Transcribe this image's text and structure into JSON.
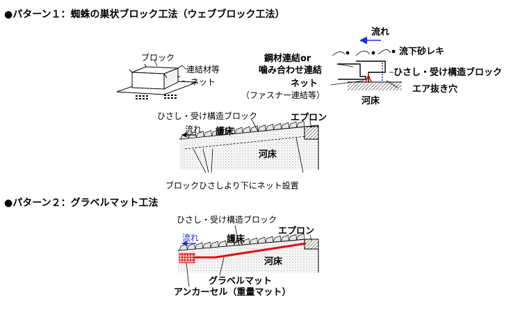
{
  "pattern1": {
    "title": "●パターン１：蜘蛛の巣状ブロック工法（ウェブブロック工法）",
    "iso_block": {
      "block_label": "ブロック",
      "connector_label": "連結材等",
      "net_label": "ネット"
    },
    "detail": {
      "flow_label": "流れ",
      "gravel_label": "流下砂レキ",
      "steel_label_1": "鋼材連結or",
      "steel_label_2": "噛み合わせ連結",
      "net_label": "ネット",
      "fastener_label": "（ファスナー連結等）",
      "eave_block_label": "ひさし・受け構造ブロック",
      "air_hole_label": "エア抜き穴",
      "riverbed_label": "河床"
    },
    "section": {
      "eave_block_label": "ひさし・受け構造ブロック",
      "apron_label": "エプロン",
      "flow_label": "流れ",
      "bed_protection_label": "護床",
      "riverbed_label": "河床",
      "net_note": "ブロックひさしより下にネット設置"
    }
  },
  "pattern2": {
    "title": "●パターン２：グラベルマット工法",
    "section": {
      "eave_block_label": "ひさし・受け構造ブロック",
      "apron_label": "エプロン",
      "flow_label": "流れ",
      "bed_protection_label": "護床",
      "riverbed_label": "河床",
      "gravel_mat_label": "グラベルマット",
      "anchor_label": "アンカーセル（重量マット）"
    }
  },
  "colors": {
    "accent_red": "#e01010",
    "flow_blue": "#1a2ed6",
    "line": "#000000",
    "fill_gray": "#e6e6e6"
  }
}
